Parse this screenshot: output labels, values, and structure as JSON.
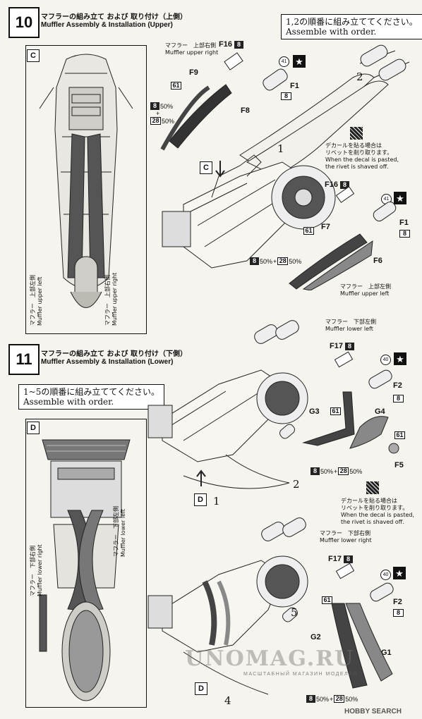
{
  "step10": {
    "number": "10",
    "title_jp": "マフラーの組み立て および 取り付け（上側）",
    "title_en": "Muffler Assembly & Installation (Upper)",
    "order_note_jp": "1,2の順番に組み立ててください。",
    "order_note_en": "Assemble with order.",
    "view_label": "C",
    "arrow_label": "C",
    "overview_label_left_jp": "マフラー　上部左側",
    "overview_label_left_en": "Muffler upper left",
    "overview_label_right_jp": "マフラー　上部右側",
    "overview_label_right_en": "Muffler upper right",
    "right_assembly": {
      "title_jp": "マフラー　上部右側",
      "title_en": "Muffler upper right",
      "part_f16": "F16",
      "f16_code": "8",
      "part_f9": "F9",
      "f9_code": "61",
      "part_f8": "F8",
      "part_f1": "F1",
      "f1_code": "8",
      "circle_code": "41",
      "mix_a_code": "8",
      "mix_a_pct": "50%",
      "mix_plus": "+",
      "mix_b_code": "28",
      "mix_b_pct": "50%",
      "order_mark": "2"
    },
    "left_assembly": {
      "title_jp": "マフラー　上部左側",
      "title_en": "Muffler upper left",
      "part_f16": "F16",
      "f16_code": "8",
      "part_f7": "F7",
      "f7_code": "61",
      "part_f6": "F6",
      "part_f1": "F1",
      "f1_code": "8",
      "circle_code": "41",
      "mix_a_code": "8",
      "mix_a_pct": "50%",
      "mix_plus": "+",
      "mix_b_code": "28",
      "mix_b_pct": "50%",
      "order_mark": "1"
    },
    "decal_note": {
      "jp_line1": "デカールを貼る場合は",
      "jp_line2": "リベットを削り取ります。",
      "en_line1": "When the decal is pasted,",
      "en_line2": "the rivet is shaved off."
    }
  },
  "step11": {
    "number": "11",
    "title_jp": "マフラーの組み立て および 取り付け（下側）",
    "title_en": "Muffler Assembly & Installation (Lower)",
    "order_note_jp": "1~5の順番に組み立ててください。",
    "order_note_en": "Assemble with order.",
    "view_label": "D",
    "arrow_label_upper": "D",
    "arrow_label_lower": "D",
    "overview_label_left_jp": "マフラー　下部右側",
    "overview_label_left_en": "Muffler lower right",
    "overview_label_right_jp": "マフラー　下部左側",
    "overview_label_right_en": "Muffler lower left",
    "order_marks": [
      "1",
      "2",
      "4",
      "5"
    ],
    "left_assembly": {
      "title_jp": "マフラー　下部左側",
      "title_en": "Muffler lower left",
      "part_f17": "F17",
      "f17_code": "8",
      "part_f2": "F2",
      "f2_code": "8",
      "circle_code": "40",
      "part_g3": "G3",
      "g3_code": "61",
      "part_g4": "G4",
      "part_f5": "F5",
      "f5_code": "61",
      "mix_a_code": "8",
      "mix_a_pct": "50%",
      "mix_plus": "+",
      "mix_b_code": "28",
      "mix_b_pct": "50%"
    },
    "right_assembly": {
      "title_jp": "マフラー　下部右側",
      "title_en": "Muffler lower right",
      "part_f17": "F17",
      "f17_code": "8",
      "part_f2": "F2",
      "f2_code": "8",
      "circle_code": "40",
      "part_g2": "G2",
      "g2_code": "61",
      "part_g1": "G1",
      "mix_a_code": "8",
      "mix_a_pct": "50%",
      "mix_plus": "+",
      "mix_b_code": "28",
      "mix_b_pct": "50%"
    },
    "decal_note": {
      "jp_line1": "デカールを貼る場合は",
      "jp_line2": "リベットを削り取ります。",
      "en_line1": "When the decal is pasted,",
      "en_line2": "the rivet is shaved off."
    }
  },
  "watermark": {
    "main": "UNOMAG.RU",
    "sub": "МАСШТАБНЫЙ МАГАЗИН МОДЕЛЕЙ"
  },
  "footer": {
    "brand": "HOBBY SEARCH"
  }
}
